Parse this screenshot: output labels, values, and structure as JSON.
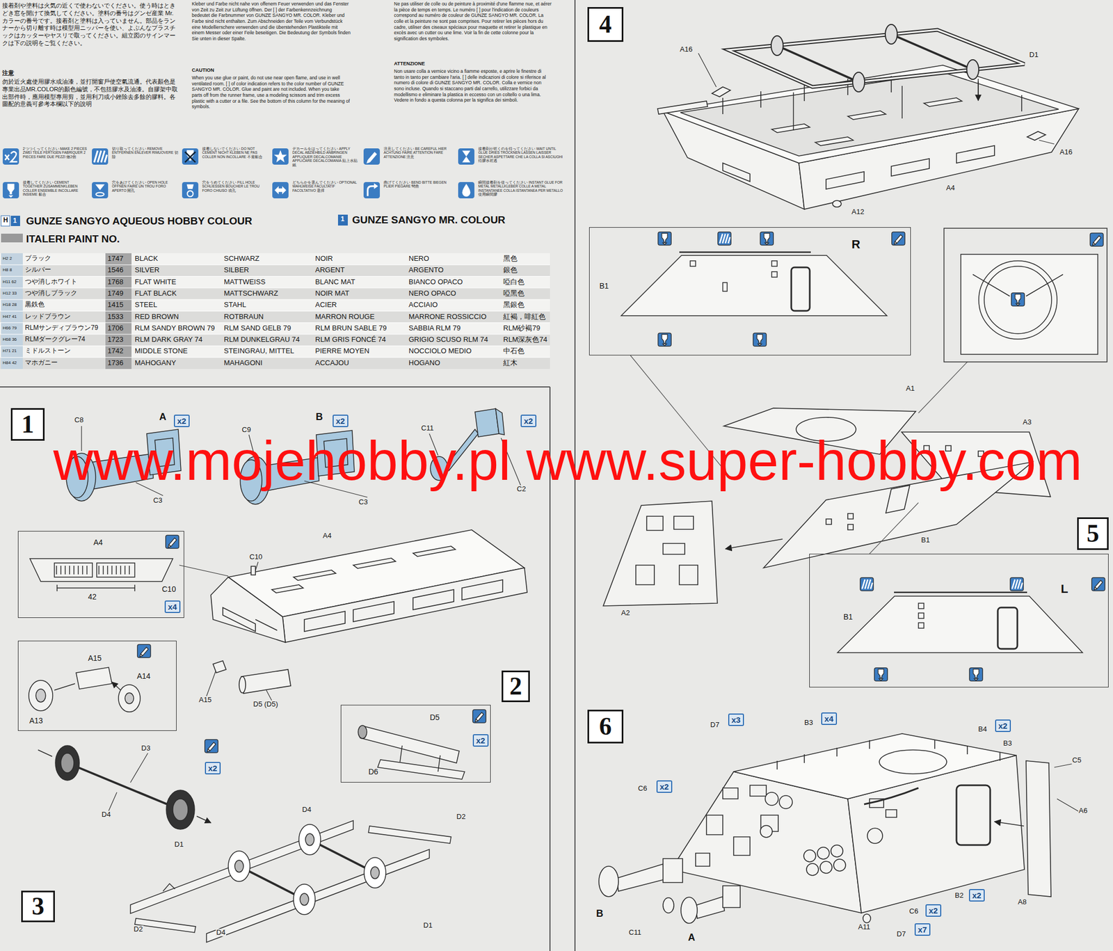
{
  "diagram": {
    "nodes": [
      {
        "text": [
          "1"
        ]
      },
      {
        "text": [
          "x2"
        ]
      },
      {
        "text": [
          "x2"
        ]
      },
      {
        "text": [
          "x2"
        ]
      },
      {
        "text": [
          "A4",
          "42",
          "C10"
        ]
      },
      {
        "text": [
          "x4"
        ],
        "in": 4
      },
      {
        "text": [
          "A15",
          "A14",
          "A13"
        ]
      },
      {
        "text": [
          "2"
        ]
      },
      {
        "text": [
          "D5",
          "D6"
        ]
      },
      {
        "text": [
          "x2"
        ],
        "in": 8
      },
      {
        "text": [
          "x2"
        ]
      },
      {
        "text": [
          "3"
        ]
      },
      {
        "text": [
          "4"
        ]
      },
      {
        "text": [
          "R",
          "B1"
        ]
      },
      {
        "text": [
          "5"
        ]
      },
      {
        "text": [
          "L",
          "B1"
        ]
      },
      {
        "text": [
          "6"
        ]
      },
      {
        "text": [
          "x3"
        ]
      },
      {
        "text": [
          "x4"
        ]
      },
      {
        "text": [
          "x2"
        ]
      },
      {
        "text": [
          "x2"
        ]
      },
      {
        "text": [
          "x2"
        ]
      },
      {
        "text": [
          "x2"
        ]
      },
      {
        "text": [
          "x7"
        ]
      }
    ],
    "labels": [
      "接着剤や塗料は火気の近くで使わないでください。使う時はときどき窓を開けて換気してください。塗料の番号はグンゼ産業 Mr.カラーの番号です。接着剤と塗料は入っていません。部品をランナーから切り離す時は模型用ニッパーを使い、よぶんなプラスチックはカッターやヤスリで取ってください。組立図のサインマークは下の説明をご覧ください。",
      "注意",
      "勿於近火處使用膠水或油漆，並打開窗戶使空氣流通。代表顏色是專業出品MR.COLOR的顏色編號，不包括膠水及油漆。自膠架中取出部件時，應用模型專用剪，並用利刀或小銼除去多餘的膠料。各圖配的意義可參考本欄以下的說明",
      "Kleber und Farbe nicht nahe von offenem Feuer verwenden und das Fenster von Zeit zu Zeit zur Lüftung öffnen. Der [ ] der Farbenkennzeichnung bedeutet die Farbnummer von GUNZE SANGYO MR. COLOR. Kleber und Farbe sind nicht enthalten. Zum Abschneiden der Teile vom Verbundstück eine Modellierschere verwenden und die überstehenden Plastikteile mit einem Messer oder einer Feile beseitigen. Die Bedeutung der Symbols finden Sie unten in dieser Spalte.",
      "CAUTION",
      "When you use glue or paint, do not use near open flame, and use in well ventilated room. [ ] of color indication refers to the color number of GUNZE SANGYO MR. COLOR. Glue and paint are not included. When you take parts off from the runner frame, use a modeling scissors and trim excess plastic with a cutter or a file. See the bottom of this column for the meaning of symbols.",
      "Ne pas utiliser de colle ou de peinture à proximité d'une flamme nue, et aérer la pièce de temps en temps. Le numéro [ ] pour l'indication de couleurs correspond au numéro de couleur de GUNZE SANGYO MR. COLOR. La colle et la peinture ne sont pas comprises. Pour retirer les pièces hors du cadre, utiliser des ciseaux spéciaux pour maquette et retirer le plastique en excès avec un cutter ou une lime. Voir la fin de cette colonne pour la signification des symboles.",
      "ATTENZIONE",
      "Non usare colla a vernice vicino a fiamme esposte, e aprire le finestre di tanto in tanto per cambiare l'aria. [ ] delle indicazioni di colore si riferisce al numero di colore di GUNZE SANGYO MR. COLOR. Colla e vernice non sono incluse. Quando si staccano parti dal carrello, utilizzare forbici da modellismo e eliminare la plastica in eccesso con un coltello o una lima. Vedere in fondo a questa colonna per la significa dei simboli.",
      "2つつくってください MAKE 2 PIECES ZWEI TEILE FERTIGEN FABRIQUER 2 PIECES FARE DUE PEZZI 做2個",
      "切り取ってください REMOVE ENTFERNEN ENLEVER RIMUOVERE 切除",
      "接着しないでください DO NOT CEMENT NICHT KLEBEN NE PAS COLLER NON INCOLLARE 不需黏合",
      "デカールをはってください APPLY DECAL ABZIEHBILD ANBRINGEN APPLIQUER DECALCOMANIE APPLICARE DECALCOMANIA 貼上水貼紙",
      "注意してください BE CAREFUL HIER ACHTUNG FAIRE ATTENTION FARE ATTENZIONE 注意",
      "接着剤が乾くのを待ってください WAIT UNTIL GLUE DRIES TROCKNEN LASSEN LAISSER SECHER ASPETTARE CHE LA COLLA SI ASCIUGHI 待膠水乾透",
      "接着してください CEMENT TOGETHER ZUSAMMENKLEBEN COLLER ENSEMBLE INCOLLARE INSIEME 黏合",
      "穴をあけてください OPEN HOLE ÖFFNEN FAIRE UN TROU FORO APERTO 開孔",
      "穴をうめてください FILL HOLE SCHLIESSEN BOUCHER LE TROU FORO CHIUSO 填孔",
      "どちらかを選んでください OPTIONAL WAHLWEISE FACULTATIF FACOLTATIVO 選擇",
      "曲げてください BEND BITTE BIEGEN PLIER PIEGARE 彎曲",
      "瞬間接着剤を使ってください INSTANT GLUE FOR METAL METALLKLEBER COLLE A METAL INSTANTANEE COLLA ISTANTANEA PER METALLO 使用瞬間膠",
      "H",
      "1",
      "GUNZE SANGYO AQUEOUS HOBBY COLOUR",
      "ITALERI PAINT NO.",
      "1",
      "GUNZE SANGYO MR. COLOUR",
      "H2 2",
      "ブラック",
      "1747",
      "BLACK",
      "SCHWARZ",
      "NOIR",
      "NERO",
      "黑色",
      "H8 8",
      "シルバー",
      "1546",
      "SILVER",
      "SILBER",
      "ARGENT",
      "ARGENTO",
      "銀色",
      "H11 62",
      "つや消しホワイト",
      "1768",
      "FLAT WHITE",
      "MATTWEISS",
      "BLANC MAT",
      "BIANCO OPACO",
      "啞白色",
      "H12 33",
      "つや消しブラック",
      "1749",
      "FLAT BLACK",
      "MATTSCHWARZ",
      "NOIR MAT",
      "NERO OPACO",
      "啞黑色",
      "H18 28",
      "黒鉄色",
      "1415",
      "STEEL",
      "STAHL",
      "ACIER",
      "ACCIAIO",
      "黑銀色",
      "H47 41",
      "レッドブラウン",
      "1533",
      "RED BROWN",
      "ROTBRAUN",
      "MARRON ROUGE",
      "MARRONE ROSSICCIO",
      "紅褐，啡紅色",
      "H66 79",
      "RLMサンディブラウン79",
      "1706",
      "RLM SANDY BROWN 79",
      "RLM SAND GELB 79",
      "RLM BRUN SABLE 79",
      "SABBIA RLM 79",
      "RLM砂褐79",
      "H68 36",
      "RLMダークグレー74",
      "1723",
      "RLM DARK GRAY 74",
      "RLM DUNKELGRAU 74",
      "RLM GRIS FONCÉ 74",
      "GRIGIO SCUSO RLM 74",
      "RLM深灰色74",
      "H71 21",
      "ミドルストーン",
      "1742",
      "MIDDLE STONE",
      "STEINGRAU, MITTEL",
      "PIERRE MOYEN",
      "NOCCIOLO MEDIO",
      "中石色",
      "H84 42",
      "マホガニー",
      "1736",
      "MAHOGANY",
      "MAHAGONI",
      "ACCAJOU",
      "HOGANO",
      "紅木",
      "C8",
      "A",
      "C3",
      "C9",
      "B",
      "C3",
      "C11",
      "C2",
      "A4",
      "C10",
      "D5 (D5)",
      "A15",
      "D3",
      "D4",
      "D1",
      "D4",
      "D2",
      "D2",
      "D4",
      "D1",
      "A16",
      "D1",
      "A16",
      "A4",
      "A12",
      "A1",
      "A3",
      "A2",
      "B1",
      "D7",
      "B3",
      "B4",
      "B3",
      "C5",
      "A6",
      "C6",
      "B",
      "C11",
      "A",
      "A11",
      "D7",
      "C6",
      "B2",
      "A8",
      "www.mojehobby.pl www.super-hobby.com"
    ]
  }
}
